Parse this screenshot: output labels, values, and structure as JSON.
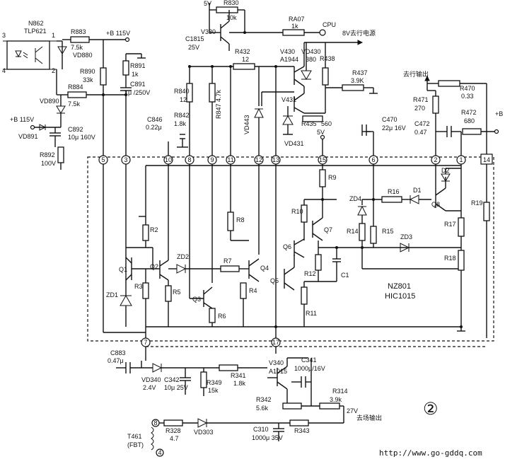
{
  "labels": {
    "n862": "N862",
    "tlp621": "TLP621",
    "r883": "R883",
    "r883v": "7.5k",
    "vd880": "VD880",
    "plus_b_115_top": "+B 115V",
    "r890": "R890",
    "r890v": "33k",
    "r891": "R891",
    "r891v": "1k",
    "c891": "C891",
    "c891v": "1μ /250V",
    "r884": "R884",
    "r884v": "7.5k",
    "vd890": "VD890",
    "plus_b_115_left": "+B\n115V",
    "vd891": "VD891",
    "c892": "C892",
    "c892v": "10μ\n160V",
    "r892": "R892",
    "r892v": "100V",
    "fivev_top": "5V",
    "r830": "R830",
    "r830v": "10k",
    "v330": "V330",
    "c1815": "C1815",
    "c1815v": "25V",
    "ra07": "RA07",
    "ra07v": "1k",
    "cpu": "CPU",
    "eight_v_line": "8V去行电源",
    "r432": "R432",
    "r432v": "12",
    "v430": "V430",
    "a1944": "A1944",
    "vd430": "VD430",
    "vd430v": "380",
    "r438": "R438",
    "r437": "R437",
    "r437v": "3.9K",
    "v431": "V431",
    "vd431": "VD431",
    "r435": "R435",
    "r435v": "560",
    "five_v_mid": "5V",
    "c470": "C470",
    "c470v": "22μ\n16V",
    "r840": "R840",
    "r840v": "12",
    "r842": "R842",
    "r842v": "1.8k",
    "c846": "C846",
    "c846v": "0.22μ",
    "r847": "R847 4.7k",
    "vd443": "VD443",
    "hang_out": "去行输出",
    "r470": "R470",
    "r470v": "0.33",
    "r471": "R471",
    "r471v": "270",
    "c472": "C472",
    "c472v": "0.47",
    "r472": "R472",
    "r472v": "680",
    "plus_b_115_right": "+B\n115V",
    "chip_name": "NZ801",
    "chip_code": "HIC1015",
    "r2": "R2",
    "r3": "R3",
    "r5": "R5",
    "r6": "R6",
    "r4": "R4",
    "r7": "R7",
    "r8": "R8",
    "r9": "R9",
    "r10": "R10",
    "r11": "R11",
    "r12": "R12",
    "r14": "R14",
    "r15": "R15",
    "r16": "R16",
    "r17": "R17",
    "r18": "R18",
    "r19": "R19",
    "q1": "Q1",
    "q2": "Q2",
    "q3": "Q3",
    "q4": "Q4",
    "q5": "Q5",
    "q6": "Q6",
    "q7": "Q7",
    "q8": "Q8",
    "zd1": "ZD1",
    "zd2": "ZD2",
    "zd3": "ZD3",
    "zd4": "ZD4",
    "d1": "D1",
    "d2": "D2",
    "c1": "C1",
    "c883": "C883",
    "c883v": "0.47μ",
    "vd340": "VD340",
    "vd340v": "2.4V",
    "c342": "C342",
    "c342v": "10μ\n25V",
    "r349": "R349",
    "r349v": "15k",
    "r341": "R341",
    "r341v": "1.8k",
    "v340": "V340",
    "a1015": "A1015",
    "c341": "C341",
    "c341v": "1000μ/16V",
    "r342": "R342",
    "r342v": "5.6k",
    "r314": "R314",
    "r314v": "3.9k",
    "twentyseven_v": "27V",
    "field_out": "去场输出",
    "t461": "T461",
    "fbt": "(FBT)",
    "r328": "R328",
    "r328v": "4.7",
    "vd303": "VD303",
    "c310": "C310",
    "c310v": "1000μ\n35V",
    "r343": "R343",
    "circle_two": "②",
    "url": "http://www.go-gddq.com"
  },
  "pins": [
    "5",
    "3",
    "10",
    "8",
    "9",
    "11",
    "12",
    "13",
    "15",
    "6",
    "2",
    "1",
    "14",
    "7",
    "17"
  ],
  "connector": [
    "3",
    "4",
    "1",
    "2"
  ],
  "fbt_pins": [
    "8",
    "4"
  ]
}
